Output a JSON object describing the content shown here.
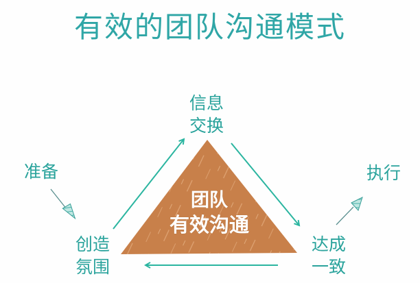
{
  "title": "有效的团队沟通模式",
  "center": {
    "line1": "团队",
    "line2": "有效沟通"
  },
  "nodes": {
    "prepare": "准备",
    "info_exchange": [
      "信息",
      "交换"
    ],
    "create_atmosphere": [
      "创造",
      "氛围"
    ],
    "reach_consensus": [
      "达成",
      "一致"
    ],
    "execute": "执行"
  },
  "colors": {
    "title": "#2fa6a6",
    "labels": "#2aa39c",
    "arrows": "#2bb5a0",
    "triangle": "#c8804a",
    "triangle_text": "#ffffff"
  }
}
